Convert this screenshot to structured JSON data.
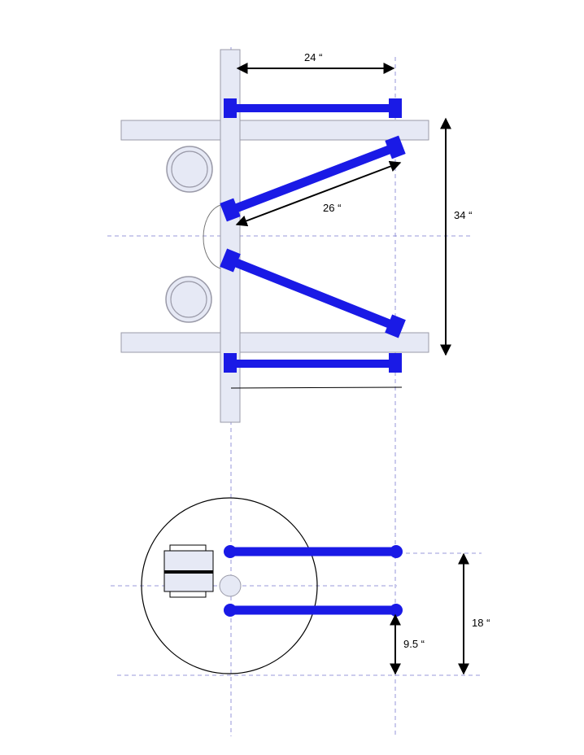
{
  "dimensions": {
    "top_width": "24 “",
    "diagonal_link": "26 “",
    "overall_height": "34 “",
    "side_spacing": "18 “",
    "lower_offset": "9.5 “"
  },
  "colors": {
    "link_blue": "#1a1ae6",
    "frame_fill": "#e6e9f5",
    "frame_stroke": "#9a9aa8",
    "centerline": "#7a7ad0"
  }
}
